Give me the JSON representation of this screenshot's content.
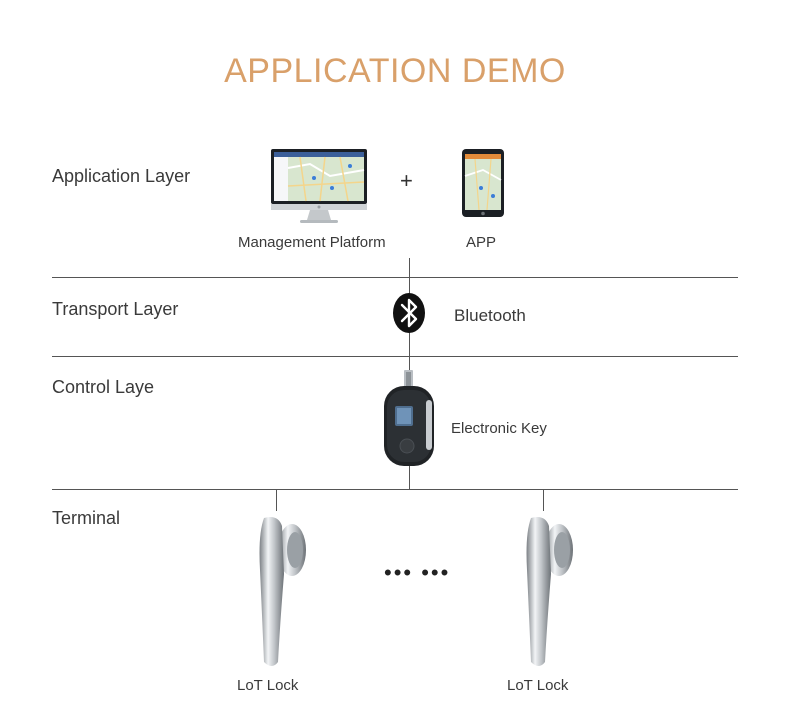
{
  "title": "APPLICATION DEMO",
  "colors": {
    "title": "#D9A06A",
    "lines": "#555555",
    "text": "#3a3a3a"
  },
  "layers": [
    {
      "id": "application",
      "label": "Application Layer"
    },
    {
      "id": "transport",
      "label": "Transport Layer"
    },
    {
      "id": "control",
      "label": "Control Laye"
    },
    {
      "id": "terminal",
      "label": "Terminal"
    }
  ],
  "nodes": {
    "management_platform": {
      "label": "Management Platform",
      "icon": "desktop-monitor-icon"
    },
    "plus": "+",
    "app": {
      "label": "APP",
      "icon": "tablet-icon"
    },
    "bluetooth": {
      "label": "Bluetooth",
      "icon": "bluetooth-icon"
    },
    "electronic_key": {
      "label": "Electronic Key",
      "icon": "electronic-key-icon"
    },
    "locks": [
      {
        "label": "LoT Lock",
        "icon": "door-handle-lock-icon"
      },
      {
        "label": "LoT Lock",
        "icon": "door-handle-lock-icon"
      }
    ],
    "ellipsis": "•••  •••"
  }
}
